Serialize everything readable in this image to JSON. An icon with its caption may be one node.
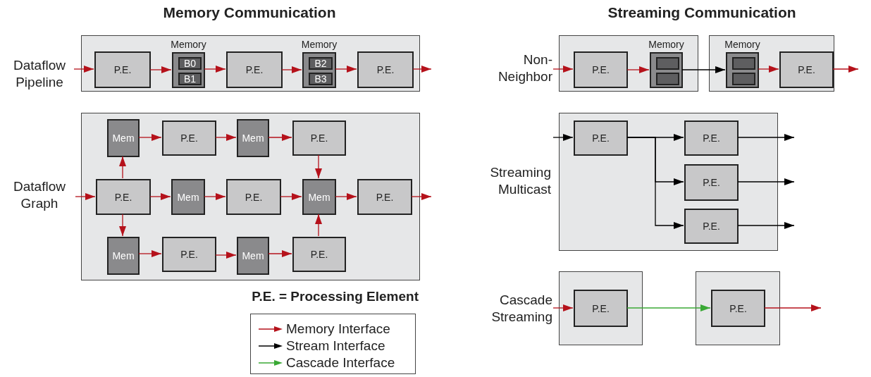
{
  "diagram": {
    "nodes": [
      {
        "text": [
          "Dataflow Pipeline"
        ]
      },
      {
        "text": [
          "P.E."
        ],
        "in": 0
      },
      {
        "text": [
          "Memory"
        ],
        "in": 0
      },
      {
        "text": [
          "B0"
        ],
        "in": 2
      },
      {
        "text": [
          "B1"
        ],
        "in": 2
      },
      {
        "text": [
          "P.E."
        ],
        "in": 0
      },
      {
        "text": [
          "Memory"
        ],
        "in": 0
      },
      {
        "text": [
          "B2"
        ],
        "in": 6
      },
      {
        "text": [
          "B3"
        ],
        "in": 6
      },
      {
        "text": [
          "P.E."
        ],
        "in": 0
      },
      {
        "text": [
          "Dataflow Graph"
        ]
      },
      {
        "text": [
          "Mem"
        ],
        "in": 10
      },
      {
        "text": [
          "P.E."
        ],
        "in": 10
      },
      {
        "text": [
          "Mem"
        ],
        "in": 10
      },
      {
        "text": [
          "P.E."
        ],
        "in": 10
      },
      {
        "text": [
          "P.E."
        ],
        "in": 10
      },
      {
        "text": [
          "Mem"
        ],
        "in": 10
      },
      {
        "text": [
          "P.E."
        ],
        "in": 10
      },
      {
        "text": [
          "Mem"
        ],
        "in": 10
      },
      {
        "text": [
          "P.E."
        ],
        "in": 10
      },
      {
        "text": [
          "Mem"
        ],
        "in": 10
      },
      {
        "text": [
          "P.E."
        ],
        "in": 10
      },
      {
        "text": [
          "Mem"
        ],
        "in": 10
      },
      {
        "text": [
          "P.E."
        ],
        "in": 10
      },
      {
        "text": [
          "Non-Neighbor"
        ]
      },
      {
        "text": [
          "P.E."
        ],
        "in": 24
      },
      {
        "text": [
          "Memory"
        ],
        "in": 24
      },
      {
        "text": [],
        "shape": "box",
        "in": 26
      },
      {
        "text": [],
        "shape": "box",
        "in": 26
      },
      {
        "text": [],
        "shape": "box"
      },
      {
        "text": [
          "Memory"
        ],
        "in": 29
      },
      {
        "text": [],
        "shape": "box",
        "in": 30
      },
      {
        "text": [],
        "shape": "box",
        "in": 30
      },
      {
        "text": [
          "P.E."
        ],
        "in": 29
      },
      {
        "text": [
          "Streaming Multicast"
        ]
      },
      {
        "text": [
          "P.E."
        ],
        "in": 34
      },
      {
        "text": [
          "P.E."
        ],
        "in": 34
      },
      {
        "text": [
          "P.E."
        ],
        "in": 34
      },
      {
        "text": [
          "P.E."
        ],
        "in": 34
      },
      {
        "text": [
          "Cascade Streaming"
        ]
      },
      {
        "text": [
          "P.E."
        ],
        "in": 39
      },
      {
        "text": [],
        "shape": "box"
      },
      {
        "text": [
          "P.E."
        ],
        "in": 41
      }
    ],
    "edges": [
      {
        "from": null,
        "to": 1,
        "arrow": "to"
      },
      {
        "from": 1,
        "to": 2,
        "arrow": "to"
      },
      {
        "from": 2,
        "to": 5,
        "arrow": "to"
      },
      {
        "from": 5,
        "to": 6,
        "arrow": "to"
      },
      {
        "from": 6,
        "to": 9,
        "arrow": "to"
      },
      {
        "from": 9,
        "to": null,
        "arrow": "to"
      },
      {
        "from": null,
        "to": 15,
        "arrow": "to"
      },
      {
        "from": 15,
        "to": 11,
        "arrow": "to"
      },
      {
        "from": 11,
        "to": 12,
        "arrow": "to"
      },
      {
        "from": 12,
        "to": 13,
        "arrow": "to"
      },
      {
        "from": 13,
        "to": 14,
        "arrow": "to"
      },
      {
        "from": 14,
        "to": 18,
        "arrow": "to"
      },
      {
        "from": 15,
        "to": 16,
        "arrow": "to"
      },
      {
        "from": 16,
        "to": 17,
        "arrow": "to"
      },
      {
        "from": 17,
        "to": 18,
        "arrow": "to"
      },
      {
        "from": 18,
        "to": 19,
        "arrow": "to"
      },
      {
        "from": 19,
        "to": null,
        "arrow": "to"
      },
      {
        "from": 15,
        "to": 20,
        "arrow": "to"
      },
      {
        "from": 20,
        "to": 21,
        "arrow": "to"
      },
      {
        "from": 21,
        "to": 22,
        "arrow": "to"
      },
      {
        "from": 22,
        "to": 23,
        "arrow": "to"
      },
      {
        "from": 23,
        "to": 18,
        "arrow": "to"
      },
      {
        "from": null,
        "to": 25,
        "arrow": "to"
      },
      {
        "from": 25,
        "to": 26,
        "arrow": "to"
      },
      {
        "from": 26,
        "to": 30,
        "arrow": "to",
        "color": "#000000"
      },
      {
        "from": 30,
        "to": 33,
        "arrow": "to"
      },
      {
        "from": 33,
        "to": null,
        "arrow": "to"
      },
      {
        "from": null,
        "to": 35,
        "arrow": "to",
        "color": "#000000"
      },
      {
        "from": 35,
        "to": 36,
        "arrow": "to",
        "color": "#000000"
      },
      {
        "from": 35,
        "to": 37,
        "arrow": "to",
        "color": "#000000"
      },
      {
        "from": 35,
        "to": 38,
        "arrow": "to",
        "color": "#000000"
      },
      {
        "from": 36,
        "to": null,
        "arrow": "to",
        "color": "#000000"
      },
      {
        "from": 37,
        "to": null,
        "arrow": "to",
        "color": "#000000"
      },
      {
        "from": 38,
        "to": null,
        "arrow": "to",
        "color": "#000000"
      },
      {
        "from": null,
        "to": 40,
        "arrow": "to"
      },
      {
        "from": 40,
        "to": 42,
        "arrow": "to",
        "color": "#3aa935"
      },
      {
        "from": 42,
        "to": null,
        "arrow": "to"
      }
    ],
    "labels": [
      "Memory Communication",
      "Streaming Communication",
      "P.E. = Processing Element"
    ],
    "legend": [
      {
        "text": "Memory Interface",
        "color": "#b5121b"
      },
      {
        "text": "Stream Interface",
        "color": "#000000"
      },
      {
        "text": "Cascade Interface",
        "color": "#3aa935"
      }
    ]
  }
}
